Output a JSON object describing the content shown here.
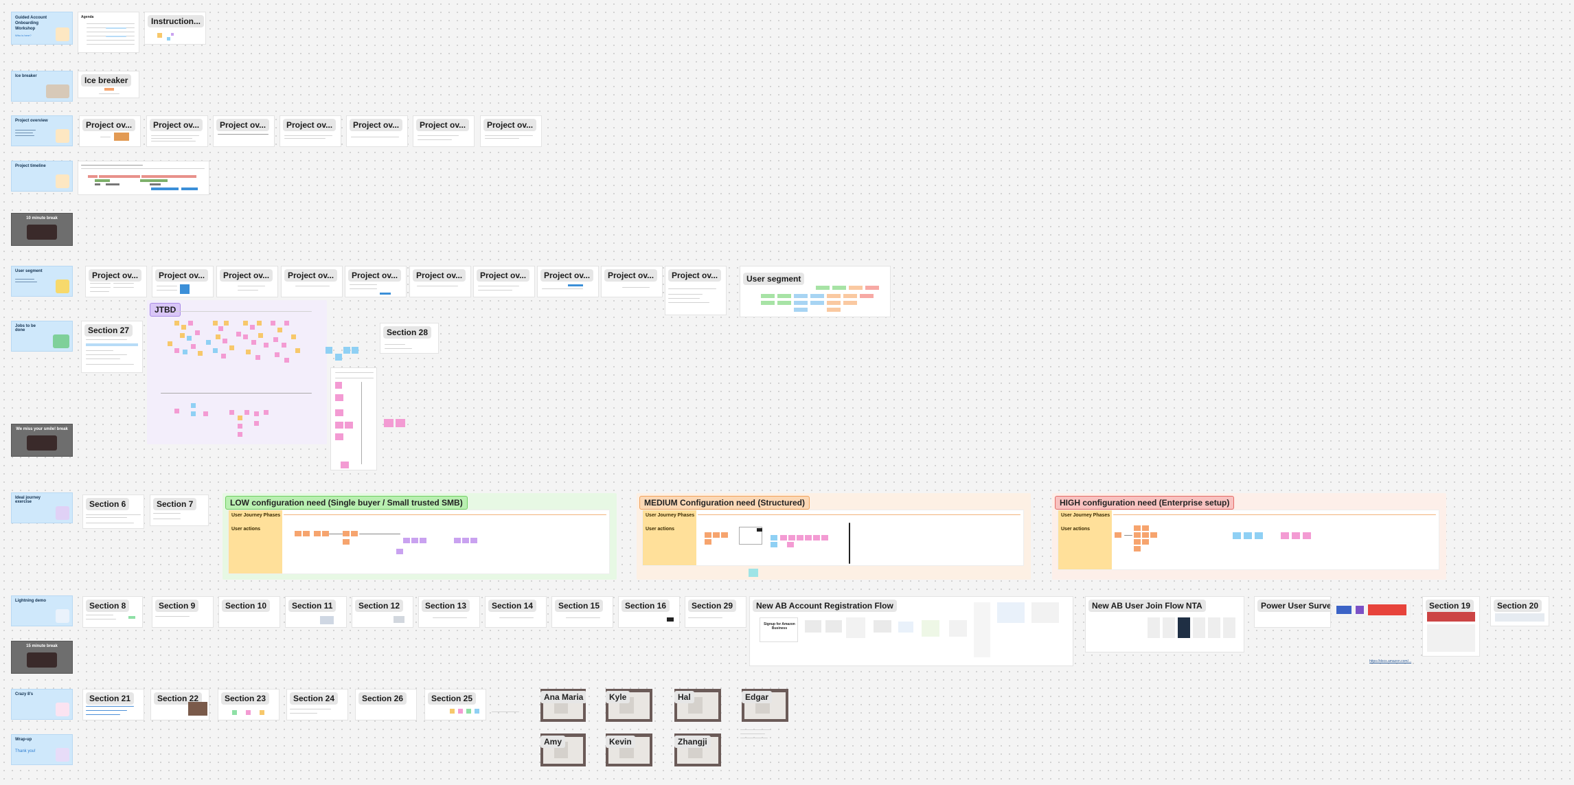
{
  "rows": {
    "guided": {
      "title": "Guided Account Onboarding Workshop",
      "sub": "Who is here?"
    },
    "icebreaker": {
      "title": "Ice breaker"
    },
    "project_overview": {
      "title": "Project overview"
    },
    "project_timeline": {
      "title": "Project timeline"
    },
    "break1": {
      "title": "10 minute break"
    },
    "user_segment": {
      "title": "User segment"
    },
    "jtbd": {
      "title": "Jobs to be done"
    },
    "break2": {
      "title": "We miss your smile! break"
    },
    "ideal_journey": {
      "title": "Ideal journey exercise"
    },
    "lightning": {
      "title": "Lightning demo"
    },
    "break3": {
      "title": "15 minute break"
    },
    "crazy8": {
      "title": "Crazy 8's"
    },
    "wrapup": {
      "title": "Wrap-up",
      "sub": "Thank you!"
    }
  },
  "frames": {
    "agenda": "Agenda",
    "instructions": "Instruction...",
    "icebreaker": "Ice breaker",
    "project_ov": "Project ov...",
    "user_segment": "User segment",
    "jtbd": "JTBD",
    "section27": "Section 27",
    "section28": "Section 28",
    "section6": "Section 6",
    "section7": "Section 7",
    "section8": "Section 8",
    "section9": "Section 9",
    "section10": "Section 10",
    "section11": "Section 11",
    "section12": "Section 12",
    "section13": "Section 13",
    "section14": "Section 14",
    "section15": "Section 15",
    "section16": "Section 16",
    "section29": "Section 29",
    "new_ab_reg": "New AB Account Registration Flow",
    "new_ab_join": "New AB User Join Flow NTA",
    "power_user": "Power User Survey",
    "section19": "Section 19",
    "section20": "Section 20",
    "section21": "Section 21",
    "section22": "Section 22",
    "section23": "Section 23",
    "section24": "Section 24",
    "section26": "Section 26",
    "section25": "Section 25",
    "signup_text": "Signup for Amazon Business"
  },
  "config": {
    "low": "LOW configuration need (Single buyer / Small trusted SMB)",
    "medium": "MEDIUM Configuration need (Structured)",
    "high": "HIGH configuration need (Enterprise setup)",
    "phases": "User Journey Phases",
    "actions": "User actions"
  },
  "people": [
    "Ana Maria",
    "Kyle",
    "Hal",
    "Edgar",
    "Amy",
    "Kevin",
    "Zhangji"
  ],
  "colors": {
    "row_label": "#cfe8fb",
    "low_bg": "#e7f8e4",
    "low_title": "#b9efb1",
    "medium_bg": "#fdf0e4",
    "medium_title": "#fbd8b6",
    "high_bg": "#fdefe9",
    "high_title": "#f8c2c0",
    "jtbd_bg": "#f3eefb"
  }
}
